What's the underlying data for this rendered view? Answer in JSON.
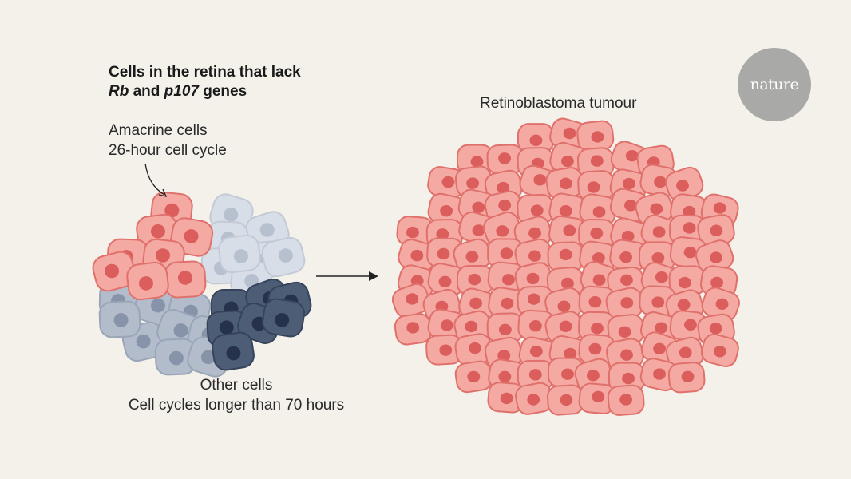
{
  "title": {
    "line1": "Cells in the retina that lack",
    "gene1": "Rb",
    "and": " and ",
    "gene2": "p107",
    "genes": " genes"
  },
  "amacrine": {
    "name": "Amacrine cells",
    "cycle": "26-hour cell cycle"
  },
  "other": {
    "name": "Other cells",
    "cycle": "Cell cycles longer than 70 hours"
  },
  "tumour_label": "Retinoblastoma tumour",
  "logo": "nature",
  "colors": {
    "background": "#f3f1ea",
    "pink": "#f4a9a3",
    "pink_stroke": "#e0706b",
    "light_grey": "#d8dee8",
    "mid_grey": "#b3bccb",
    "dark": "#4e5d76"
  }
}
